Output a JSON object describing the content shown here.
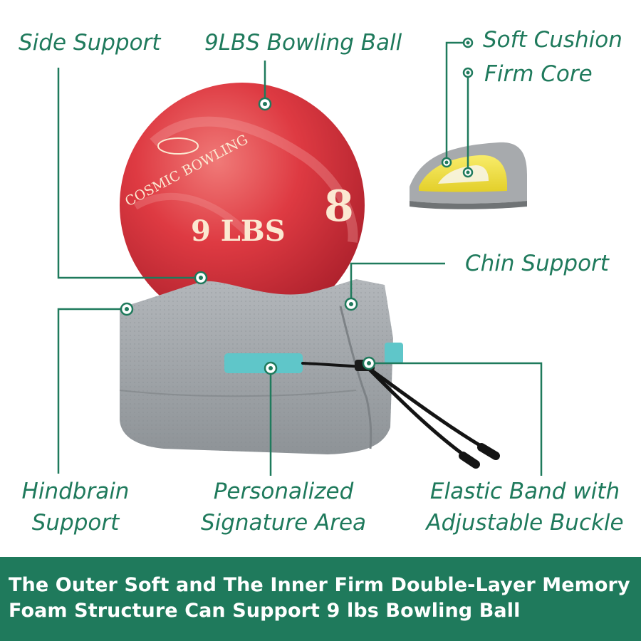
{
  "callouts": {
    "side_support": "Side Support",
    "bowling_ball": "9LBS Bowling Ball",
    "soft_cushion": "Soft Cushion",
    "firm_core": "Firm Core",
    "chin_support": "Chin Support",
    "hindbrain_support": [
      "Hindbrain",
      "Support"
    ],
    "signature_area": [
      "Personalized",
      "Signature Area"
    ],
    "elastic_band": [
      "Elastic Band with",
      "Adjustable Buckle"
    ]
  },
  "ball_print": {
    "brand_logo": "COSMIC BOWLING",
    "weight": "9 LBS",
    "number": "8"
  },
  "banner": {
    "line1": "The Outer Soft and The Inner Firm Double-Layer Memory",
    "line2": "Foam Structure Can Support 9 lbs Bowling Ball"
  },
  "colors": {
    "accent_green": "#1f7a5c",
    "ball_red": "#d8323a",
    "pillow_gray": "#9ea3a7",
    "tag_teal": "#5fc6c9",
    "core_yellow": "#f3e24a"
  }
}
